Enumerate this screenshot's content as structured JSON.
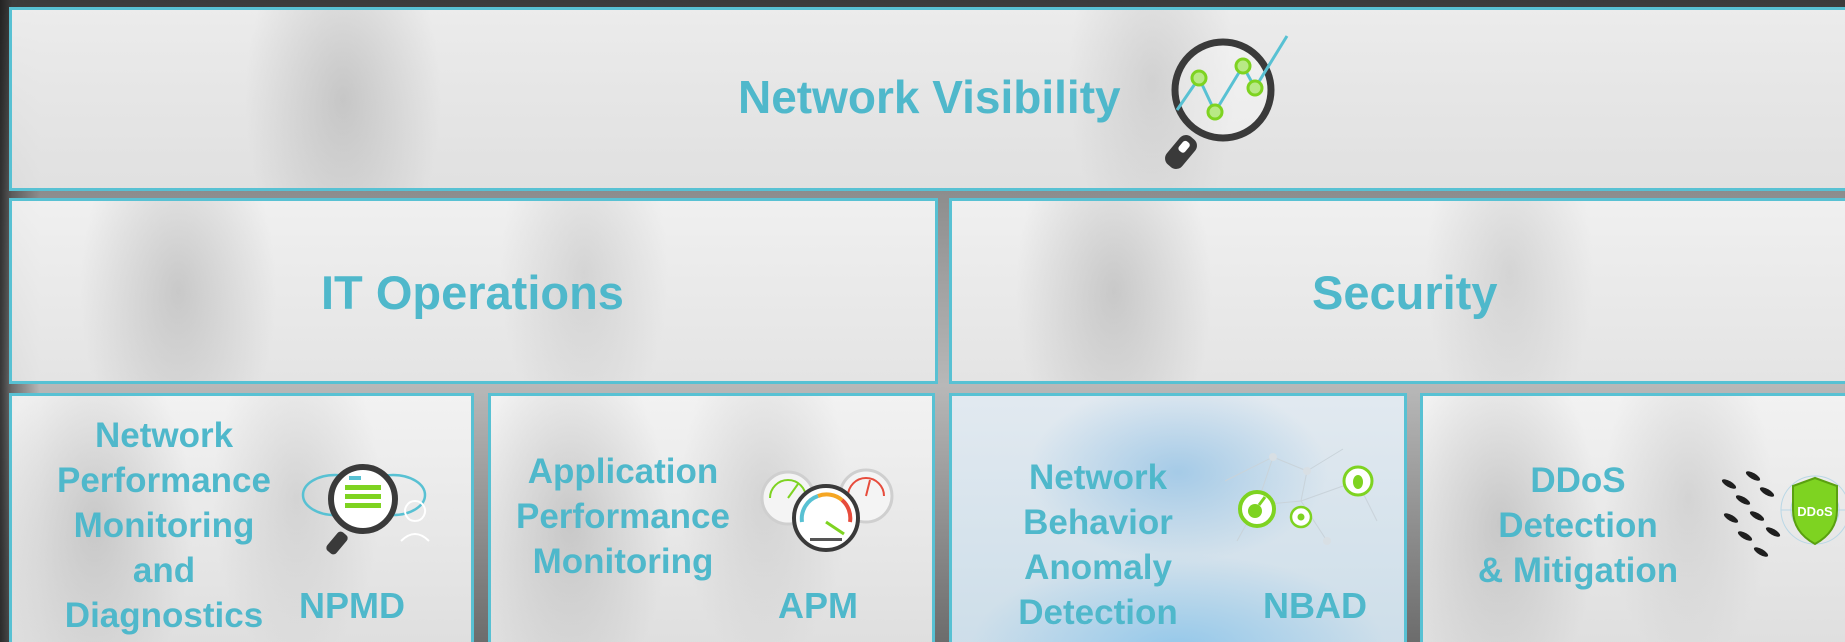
{
  "top": {
    "title": "Network Visibility",
    "icon": "magnifier-chart-icon"
  },
  "columns": [
    {
      "title": "IT Operations"
    },
    {
      "title": "Security"
    }
  ],
  "cards": [
    {
      "lines": [
        "Network",
        "Performance",
        "Monitoring",
        "and",
        "Diagnostics"
      ],
      "abbr": "NPMD",
      "icon": "magnifier-chat-icon"
    },
    {
      "lines": [
        "Application",
        "Performance",
        "Monitoring"
      ],
      "abbr": "APM",
      "icon": "gauges-icon"
    },
    {
      "lines": [
        "Network",
        "Behavior",
        "Anomaly",
        "Detection"
      ],
      "abbr": "NBAD",
      "icon": "threat-network-icon"
    },
    {
      "lines": [
        "DDoS",
        "Detection",
        "& Mitigation"
      ],
      "abbr": "",
      "icon": "shield-missiles-icon",
      "icon_label": "DDoS"
    }
  ],
  "colors": {
    "accent": "#4fb8cb",
    "border": "#58c1d3",
    "icon_green": "#7ed321",
    "icon_dark": "#3a3a3a"
  }
}
